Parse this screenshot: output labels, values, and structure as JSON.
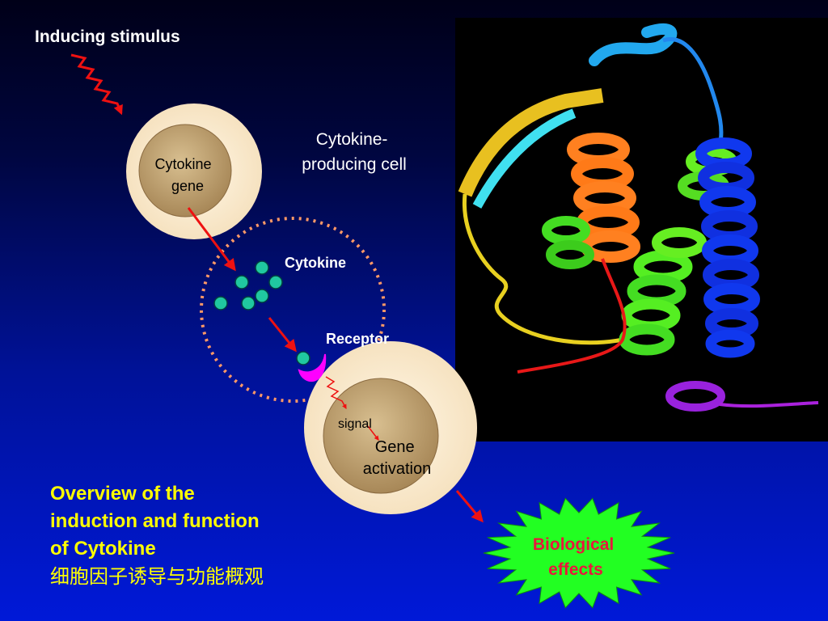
{
  "labels": {
    "inducing_stimulus": "Inducing stimulus",
    "cytokine_gene": "Cytokine gene",
    "cytokine_gene_line1": "Cytokine",
    "cytokine_gene_line2": "gene",
    "producing_cell_line1": "Cytokine-",
    "producing_cell_line2": "producing cell",
    "cytokine": "Cytokine",
    "receptor": "Receptor",
    "signal": "signal",
    "gene_activation_line1": "Gene",
    "gene_activation_line2": "activation",
    "biological_line1": "Biological",
    "biological_line2": "effects"
  },
  "title": {
    "line1": "Overview of the",
    "line2": "induction and function",
    "line3": "of Cytokine",
    "line4": "细胞因子诱导与功能概观"
  },
  "colors": {
    "arrow": "#ee1111",
    "cell_outer": "#fbecd2",
    "nucleus": "#c8aa78",
    "cytokine_dot": "#20c8a0",
    "dotted_circle": "#ff9966",
    "receptor": "#ff00ff",
    "burst": "#22ff22",
    "burst_text": "#e8183c",
    "title_text": "#ffff00"
  },
  "icons": {
    "stimulus": "zigzag-arrow-icon",
    "receptor": "crescent-receptor-icon",
    "effects": "starburst-icon",
    "protein": "protein-ribbon-structure"
  }
}
